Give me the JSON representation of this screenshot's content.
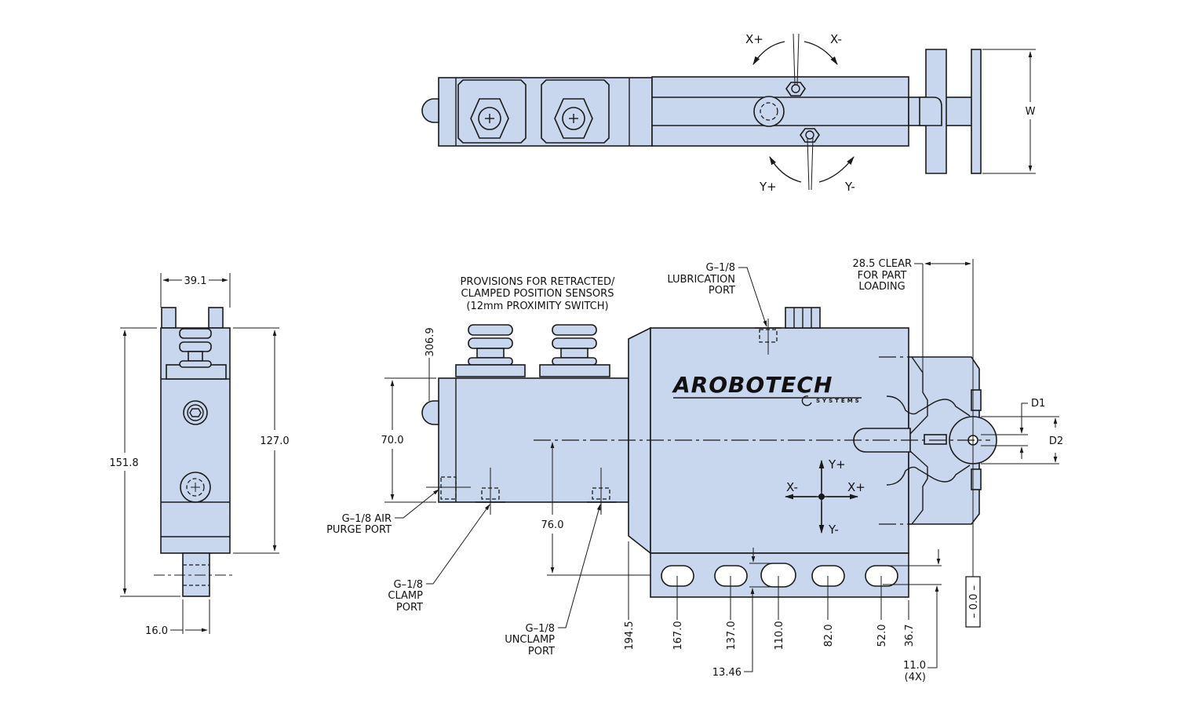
{
  "drawing": {
    "title": "Arobotech gripper dimensional drawing",
    "colors": {
      "part_fill": "#c9d7ee",
      "line": "#1a1a1a"
    },
    "top_view": {
      "rotation_labels": {
        "x_plus": "X+",
        "x_minus": "X-",
        "y_plus": "Y+",
        "y_minus": "Y-"
      },
      "width_label": "W"
    },
    "end_view": {
      "dimensions": {
        "width": "39.1",
        "height_total": "151.8",
        "height_body": "127.0",
        "shank_width": "16.0"
      }
    },
    "side_view": {
      "logo": {
        "name": "AROBOTECH",
        "sub": "SYSTEMS"
      },
      "notes": {
        "sensors": [
          "PROVISIONS FOR RETRACTED/",
          "CLAMPED POSITION SENSORS",
          "(12mm PROXIMITY SWITCH)"
        ],
        "lubrication": [
          "G–1/8",
          "LUBRICATION",
          "PORT"
        ],
        "clearance": [
          "28.5 CLEAR",
          "FOR PART",
          "LOADING"
        ],
        "air_purge": [
          "G–1/8 AIR",
          "PURGE PORT"
        ],
        "clamp": [
          "G–1/8",
          "CLAMP",
          "PORT"
        ],
        "unclamp": [
          "G–1/8",
          "UNCLAMP",
          "PORT"
        ]
      },
      "axis_labels": {
        "x_plus": "X+",
        "x_minus": "X-",
        "y_plus": "Y+",
        "y_minus": "Y-"
      },
      "dimensions": {
        "overall": "306.9",
        "body_height": "70.0",
        "centerline_height": "76.0",
        "d1": "D1",
        "d2": "D2",
        "slot_positions": [
          "194.5",
          "167.0",
          "137.0",
          "110.0",
          "82.0",
          "52.0",
          "36.7"
        ],
        "slot_height": "13.46",
        "slot_width": "11.0",
        "slot_count": "(4X)",
        "datum": "– 0.0 –"
      }
    }
  }
}
